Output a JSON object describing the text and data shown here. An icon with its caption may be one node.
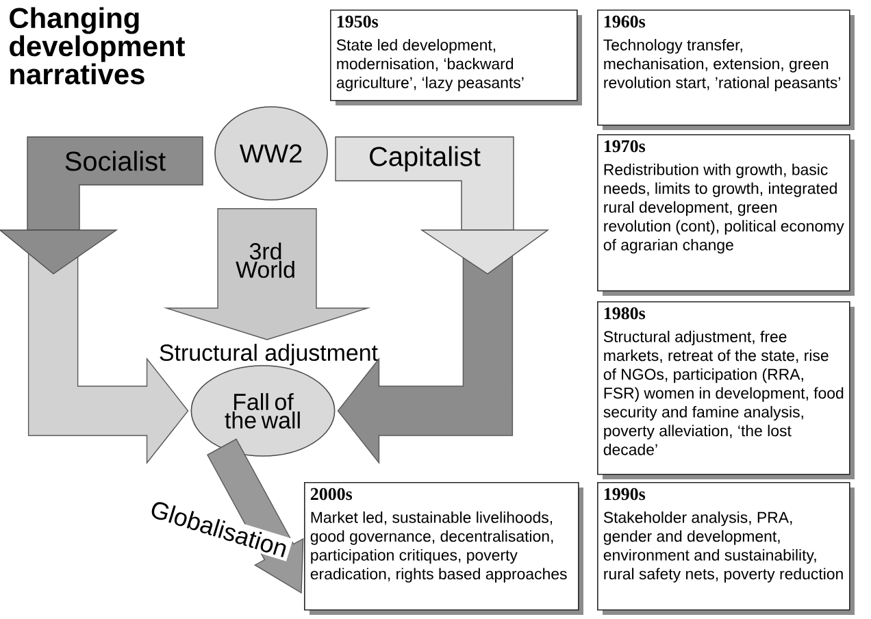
{
  "diagram": {
    "title": "Changing development narratives",
    "nodes": [
      {
        "text": [
          "1950s",
          "State led development, modernisation, ‘backward agriculture’, ‘lazy peasants’"
        ]
      },
      {
        "text": [
          "1960s",
          "Technology transfer, mechanisation, extension, green revolution start, ’rational peasants’"
        ]
      },
      {
        "text": [
          "WW2"
        ]
      },
      {
        "text": [
          "Socialist"
        ]
      },
      {
        "text": [
          "Capitalist"
        ]
      },
      {
        "text": [
          "1970s",
          "Redistribution with growth, basic needs, limits to growth, integrated rural development, green revolution (cont), political economy of agrarian change"
        ]
      },
      {
        "text": [
          "1980s",
          "Structural adjustment, free markets, retreat of the state, rise of NGOs, participation (RRA, FSR) women in development, food security and famine analysis, poverty alleviation, ‘the lost decade’"
        ]
      },
      {
        "text": [
          "Fall of the wall"
        ]
      },
      {
        "text": [
          "2000s",
          "Market led, sustainable livelihoods, good governance, decentralisation, participation critiques, poverty eradication, rights based approaches"
        ]
      },
      {
        "text": [
          "1990s",
          "Stakeholder analysis, PRA, gender and development, environment and sustainability, rural safety nets, poverty reduction"
        ]
      }
    ],
    "edges": [
      {
        "from": 3,
        "to": 7,
        "arrow": "to",
        "style": "thick",
        "color": "#d2d2d2"
      },
      {
        "from": 4,
        "to": 7,
        "arrow": "to",
        "style": "thick",
        "color": "#8c8c8c"
      },
      {
        "from": 2,
        "to": null,
        "arrow": "to",
        "label": "3rd World",
        "style": "thick",
        "color": "#c8c8c8"
      },
      {
        "from": 7,
        "to": 8,
        "arrow": "to",
        "label": "Globalisation",
        "style": "thick",
        "color": "#999999"
      }
    ],
    "labels": [
      "Structural adjustment"
    ]
  }
}
